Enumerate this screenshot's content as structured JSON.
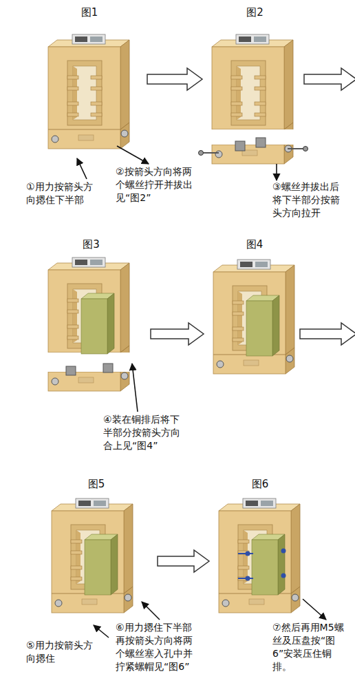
{
  "diagram": {
    "nodes": [
      {
        "text": [
          "图1"
        ]
      },
      {
        "text": [
          "图2"
        ]
      },
      {
        "text": [
          "图3"
        ]
      },
      {
        "text": [
          "图4"
        ]
      },
      {
        "text": [
          "图5"
        ]
      },
      {
        "text": [
          "图6"
        ]
      }
    ],
    "edges": [
      {
        "from": 0,
        "to": 1,
        "arrow": "to"
      },
      {
        "from": 2,
        "to": 3,
        "arrow": "to"
      },
      {
        "from": 4,
        "to": 5,
        "arrow": "to"
      }
    ],
    "labels": [
      "①用力按箭头方向摁住下半部",
      "②按箭头方向将两个螺丝拧开并拔出见“图2”",
      "③螺丝并拔出后将下半部分按箭头方向拉开",
      "④装在铜排后将下半部分按箭头方向合上见“图4”",
      "⑤用力按箭头方向摁住",
      "⑥用力摁住下半部再按箭头方向将两个螺丝塞入孔中并拧紧螺帽见“图6”",
      "⑦然后再用M5螺丝及压盘按“图6”安装压住铜排。"
    ]
  }
}
